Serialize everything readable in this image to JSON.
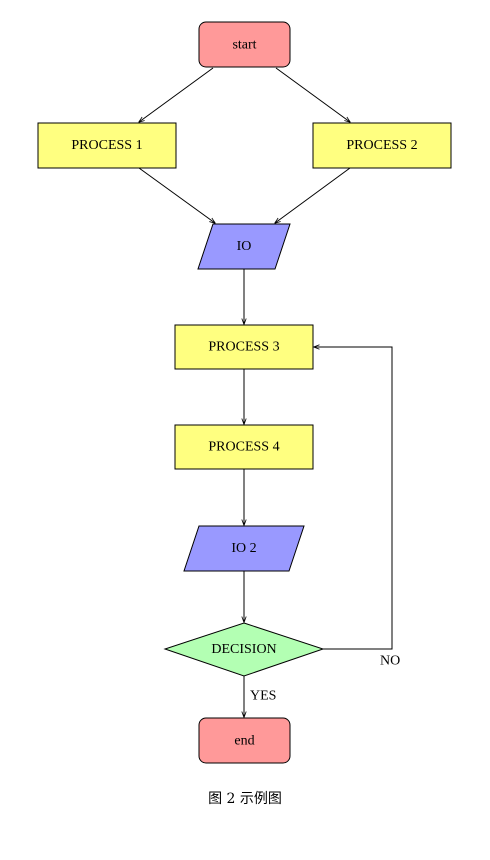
{
  "nodes": {
    "start": "start",
    "process1": "PROCESS 1",
    "process2": "PROCESS 2",
    "io": "IO",
    "process3": "PROCESS 3",
    "process4": "PROCESS 4",
    "io2": "IO 2",
    "decision": "DECISION",
    "end": "end"
  },
  "edge_labels": {
    "no": "NO",
    "yes": "YES"
  },
  "caption": "图 2   示例图",
  "colors": {
    "terminal": "#ff9999",
    "process": "#ffff80",
    "io": "#9999ff",
    "decision": "#b3ffb3",
    "stroke": "#000000"
  }
}
